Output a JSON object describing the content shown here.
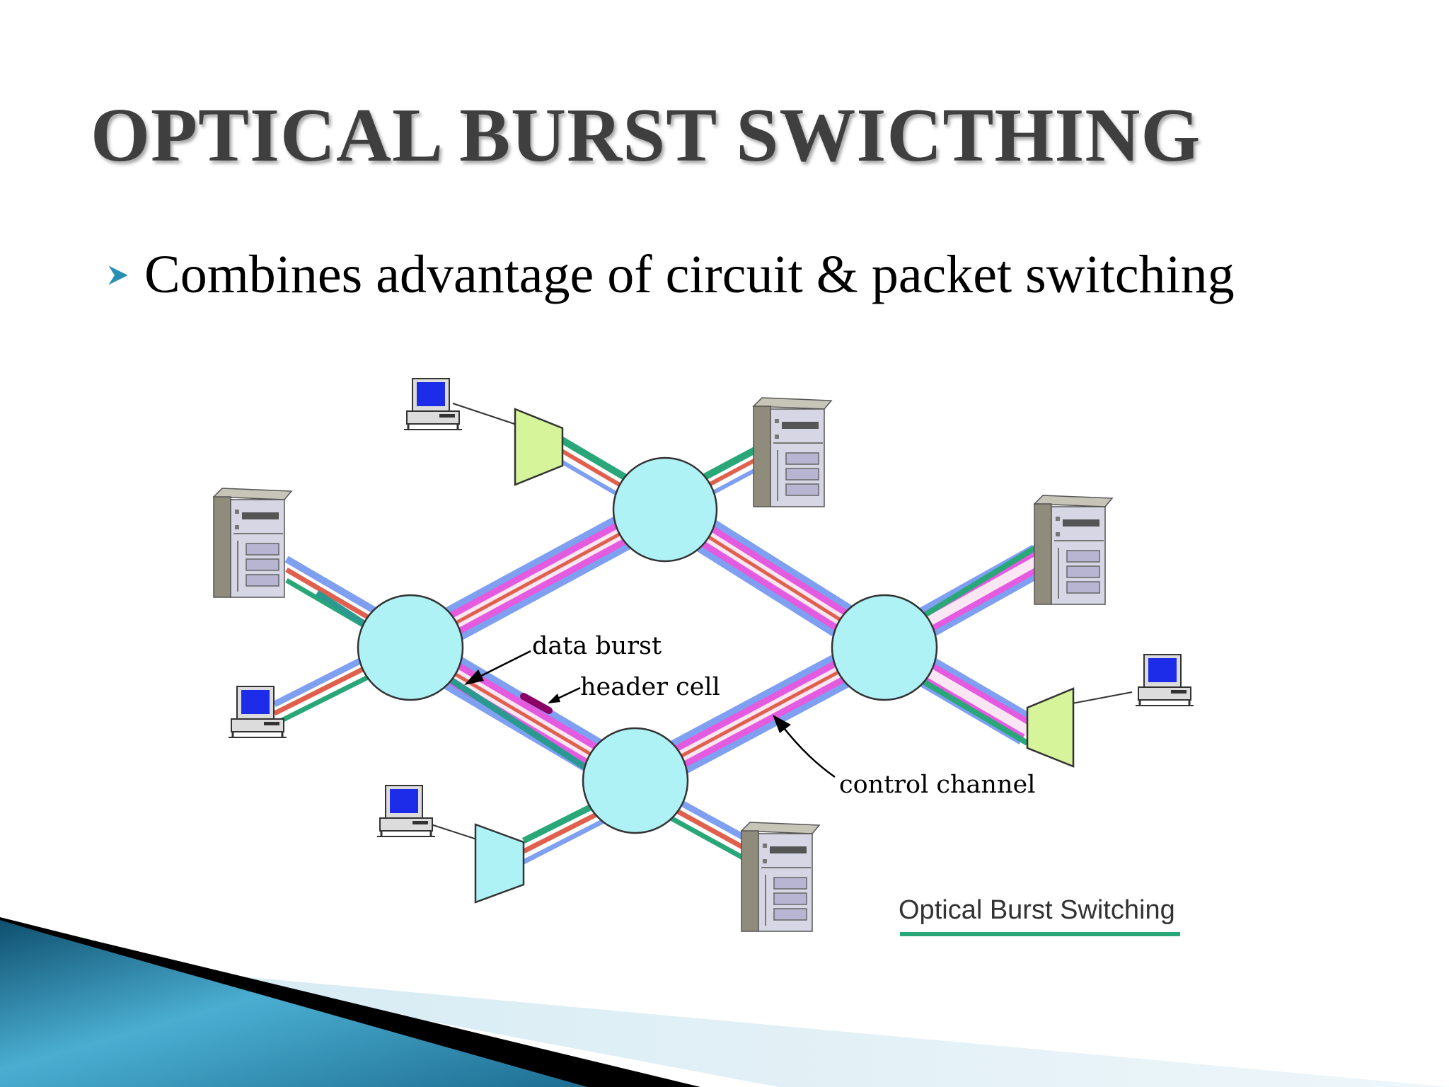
{
  "slide": {
    "title": "OPTICAL BURST SWICTHING",
    "bullet": "Combines advantage of circuit & packet switching"
  },
  "diagram": {
    "labels": {
      "data_burst": "data burst",
      "header_cell": "header cell",
      "control_channel": "control channel"
    },
    "caption": "Optical Burst Switching"
  },
  "colors": {
    "title": "#3f3f3f",
    "bullet_arrow": "#2a8fb5",
    "switch_node": "#aef2f6",
    "edge_router_green": "#d6f59a",
    "edge_router_cyan": "#aef2f6",
    "wavelength_green": "#2aa779",
    "wavelength_red": "#e0604e",
    "wavelength_blue": "#7f9ff0",
    "wavelength_pink": "#e45be0",
    "caption_underline": "#2aa779",
    "header_cell": "#8b0064"
  }
}
